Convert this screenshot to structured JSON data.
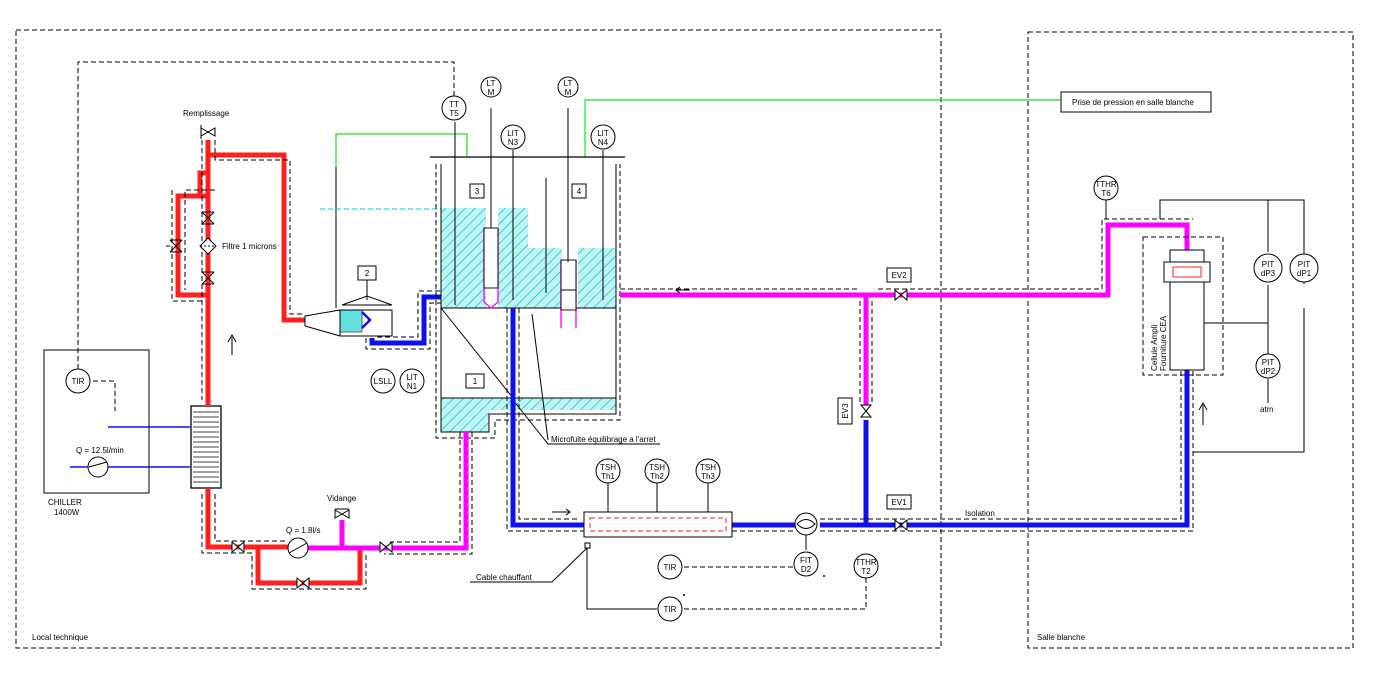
{
  "zones": {
    "local_technique": "Local technique",
    "salle_blanche": "Salle blanche"
  },
  "chiller": {
    "name": "CHILLER",
    "power": "1400W",
    "flow": "Q = 12.5l/min",
    "tir": "TIR"
  },
  "labels": {
    "remplissage": "Remplissage",
    "filtre": "Filtre 1 microns",
    "vidange": "Vidange",
    "pump_flow": "Q = 1.8l/s",
    "cable_chauffant": "Cable chauffant",
    "microfuite": "Microfuite équilibrage a l'arret",
    "prise_pression": "Prise de pression en salle blanche",
    "isolation": "Isolation",
    "cellule": "Cellule Ampli",
    "fourniture": "Fourniture CEA",
    "atm": "atm"
  },
  "boxes": {
    "b1": "1",
    "b2": "2",
    "b3": "3",
    "b4": "4"
  },
  "valves": {
    "ev1": "EV1",
    "ev2": "EV2",
    "ev3": "EV3"
  },
  "instruments": {
    "tt_t5": [
      "TT",
      "T5"
    ],
    "lt_m1": [
      "LT",
      "M"
    ],
    "lt_m2": [
      "LT",
      "M"
    ],
    "lit_n3": [
      "LIT",
      "N3"
    ],
    "lit_n4": [
      "LIT",
      "N4"
    ],
    "lit_n1": [
      "LIT",
      "N1"
    ],
    "lsll": [
      "LSLL"
    ],
    "tsh_th1": [
      "TSH",
      "Th1"
    ],
    "tsh_th2": [
      "TSH",
      "Th2"
    ],
    "tsh_th3": [
      "TSH",
      "Th3"
    ],
    "tir_a": [
      "TIR"
    ],
    "tir_b": [
      "TIR"
    ],
    "fit_d2": [
      "FIT",
      "D2"
    ],
    "tthr_t2": [
      "TTHR",
      "T2"
    ],
    "tthr_t6": [
      "TTHR",
      "T6"
    ],
    "pit_dp3": [
      "PIT",
      "dP3"
    ],
    "pit_dp1": [
      "PIT",
      "dP1"
    ],
    "pit_dp2": [
      "PIT",
      "dP2"
    ]
  },
  "colors": {
    "cold_loop": "#ff2020",
    "hot_water": "#ff00ff",
    "return_water": "#1010ee",
    "water_fill": "#00cccc",
    "pressure_line": "#22dd22"
  }
}
